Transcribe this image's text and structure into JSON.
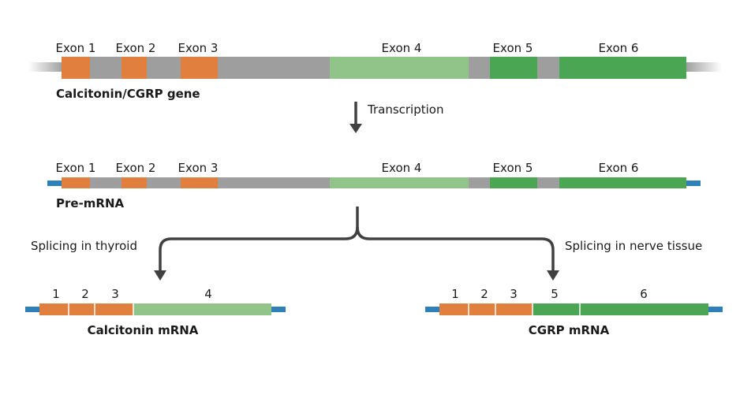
{
  "colors": {
    "exon_orange": "#e07f3e",
    "exon_light_green": "#90c488",
    "exon_green": "#4ba653",
    "intron_gray": "#9e9e9e",
    "utr_blue": "#2f7fb8",
    "arrow": "#404040"
  },
  "gene": {
    "title": "Calcitonin/CGRP gene",
    "exons": [
      "Exon 1",
      "Exon 2",
      "Exon 3",
      "Exon 4",
      "Exon 5",
      "Exon 6"
    ]
  },
  "transcription": {
    "label": "Transcription"
  },
  "pre_mrna": {
    "title": "Pre-mRNA",
    "exons": [
      "Exon 1",
      "Exon 2",
      "Exon 3",
      "Exon 4",
      "Exon 5",
      "Exon 6"
    ]
  },
  "splicing": {
    "thyroid_label": "Splicing in thyroid",
    "nerve_label": "Splicing in nerve tissue"
  },
  "calcitonin_mrna": {
    "title": "Calcitonin mRNA",
    "exon_numbers": [
      "1",
      "2",
      "3",
      "4"
    ]
  },
  "cgrp_mrna": {
    "title": "CGRP mRNA",
    "exon_numbers": [
      "1",
      "2",
      "3",
      "5",
      "6"
    ]
  }
}
